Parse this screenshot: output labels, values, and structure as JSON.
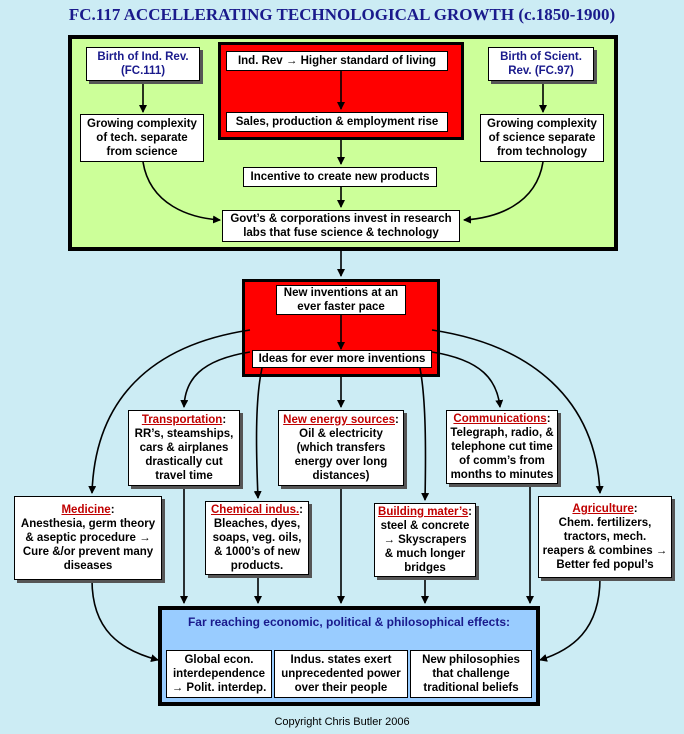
{
  "title": "FC.117 ACCELLERATING TECHNOLOGICAL GROWTH (c.1850-1900)",
  "top": {
    "birth_ind": "Birth of Ind. Rev. (FC.111)",
    "birth_sci": "Birth of Scient. Rev. (FC.97)",
    "ind_rev": "Ind. Rev → Higher standard of living",
    "sales": "Sales, production & employment rise",
    "complex_tech": "Growing complexity of tech. separate from science",
    "complex_sci": "Growing complexity of science separate from technology",
    "incentive": "Incentive to create new products",
    "invest": "Govt’s & corporations invest in research labs that fuse science & technology"
  },
  "middle": {
    "inventions": "New inventions at an ever faster pace",
    "ideas": "Ideas for ever more inventions"
  },
  "topics": {
    "medicine_head": "Medicine",
    "medicine_text": "Anesthesia, germ theory & aseptic procedure → Cure &/or prevent many diseases",
    "transport_head": "Transportation",
    "transport_text": "RR’s, steamships, cars & airplanes drastically cut travel time",
    "chemical_head": "Chemical indus.",
    "chemical_text": "Bleaches, dyes, soaps, veg. oils, & 1000’s of new products.",
    "energy_head": "New energy sources",
    "energy_text": "Oil & electricity (which transfers energy over long distances)",
    "building_head": "Building mater’s",
    "building_text": "steel & concrete → Skyscrapers & much longer bridges",
    "comm_head": "Communications",
    "comm_text": "Telegraph, radio, & telephone cut time of comm’s from months to minutes",
    "agri_head": "Agriculture",
    "agri_text": "Chem. fertilizers, tractors, mech. reapers & combines → Better fed popul’s"
  },
  "effects": {
    "title": "Far reaching economic, political & philosophical effects:",
    "global": "Global econ. interdependence → Polit. interdep.",
    "states": "Indus. states exert unprecedented power over their people",
    "philosophies": "New philosophies that challenge traditional beliefs"
  },
  "copyright": "Copyright Chris Butler 2006",
  "colors": {
    "green": "#ccff99",
    "red": "#ff0000",
    "blue": "#99ccff",
    "background": "#ccecf4",
    "title": "#1a1a8c",
    "heading": "#c00000"
  }
}
